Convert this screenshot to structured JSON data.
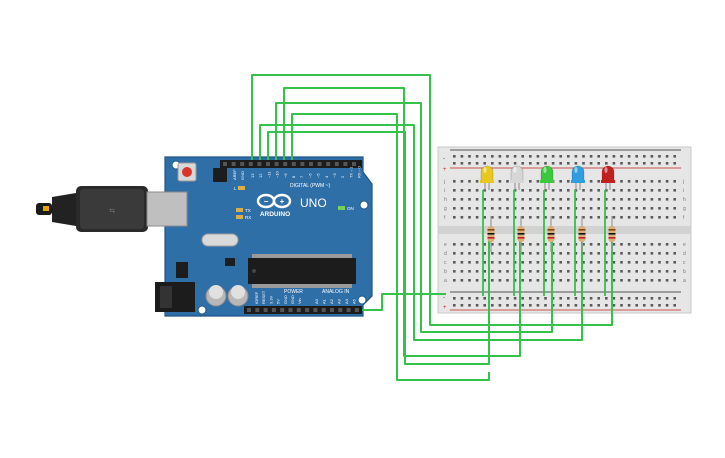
{
  "arduino": {
    "brand": "ARDUINO",
    "model": "UNO",
    "on_label": "ON",
    "digital_label": "DIGITAL (PWM ~)",
    "power_label": "POWER",
    "analog_label": "ANALOG IN",
    "tx_label": "TX",
    "rx_label": "RX",
    "l_label": "L",
    "aref_label": "AREF",
    "gnd_label": "GND",
    "digital_pins": [
      "13",
      "12",
      "~11",
      "~10",
      "~9",
      "8",
      "7",
      "~6",
      "~5",
      "4",
      "~3",
      "2",
      "TX→1",
      "RX←0"
    ],
    "power_pins": [
      "IOREF",
      "RESET",
      "3.3V",
      "5V",
      "GND",
      "GND",
      "Vin"
    ],
    "analog_pins": [
      "A0",
      "A1",
      "A2",
      "A3",
      "A4",
      "A5"
    ]
  },
  "breadboard": {
    "row_letters_top": [
      "j",
      "i",
      "h",
      "g",
      "f"
    ],
    "row_letters_bottom": [
      "e",
      "d",
      "c",
      "b",
      "a"
    ],
    "plus": "+",
    "minus": "-"
  },
  "leds": [
    {
      "color_name": "yellow",
      "color": "#e8c81e"
    },
    {
      "color_name": "white",
      "color": "#d6d6d6"
    },
    {
      "color_name": "green",
      "color": "#3cc83c"
    },
    {
      "color_name": "blue",
      "color": "#2e9ee0"
    },
    {
      "color_name": "red",
      "color": "#c0201e"
    }
  ],
  "colors": {
    "board": "#2f6fa8",
    "wire": "#34c24a",
    "wire_dark": "#1f9a34",
    "breadboard": "#e6e6e6"
  }
}
